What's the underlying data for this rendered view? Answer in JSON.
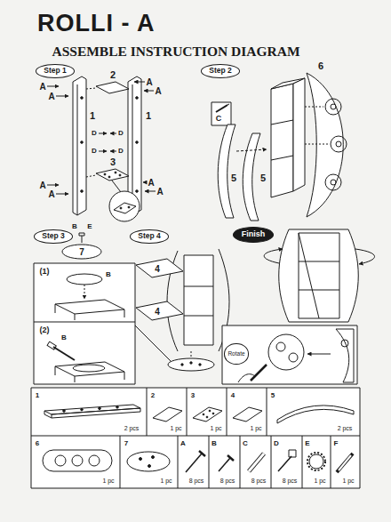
{
  "diagram": {
    "title": "ROLLI - A",
    "nodes": [
      {
        "text": [
          "Step 1"
        ]
      },
      {
        "text": [
          "Step 2"
        ]
      },
      {
        "text": [
          "Finish"
        ]
      },
      {
        "text": [
          "Step 3"
        ]
      },
      {
        "text": [
          "Step 4"
        ]
      },
      {
        "text": [
          "Rotate"
        ]
      }
    ],
    "labels": [
      "ASSEMBLE INSTRUCTION DIAGRAM",
      "A",
      "A",
      "2",
      "A",
      "A",
      "1",
      "1",
      "D",
      "D",
      "D",
      "D",
      "A",
      "A",
      "A",
      "A",
      "3",
      "C",
      "6",
      "5",
      "5",
      "B",
      "E",
      "7",
      "(1)",
      "B",
      "(2)",
      "B",
      "4",
      "4",
      "1",
      "2 pcs",
      "2",
      "1 pc",
      "3",
      "1 pc",
      "4",
      "1 pc",
      "5",
      "2 pcs",
      "6",
      "1 pc",
      "7",
      "1 pc",
      "A",
      "8 pcs",
      "B",
      "8 pcs",
      "C",
      "8 pcs",
      "D",
      "8 pcs",
      "E",
      "1 pc",
      "F",
      "1 pc"
    ]
  }
}
